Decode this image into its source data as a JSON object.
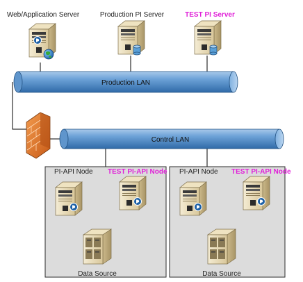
{
  "colors": {
    "test_label": "#e020d8",
    "lan_fill": "#4f89c7",
    "node_group_fill": "#d9d9d9",
    "firewall": "#e07a2f",
    "server_body": "#e6d8b4"
  },
  "servers": {
    "web": {
      "label": "Web/Application Server",
      "icon": "globe-icon"
    },
    "production_pi": {
      "label": "Production PI Server",
      "icon": "database-icon"
    },
    "test_pi": {
      "label": "TEST PI Server",
      "icon": "database-icon"
    }
  },
  "lans": {
    "production": {
      "label": "Production LAN"
    },
    "control": {
      "label": "Control LAN"
    }
  },
  "firewall": {
    "icon": "firewall-icon"
  },
  "node_groups": [
    {
      "pi_api_label": "PI-API Node",
      "test_pi_api_label": "TEST PI-API Node",
      "data_source_label": "Data Source"
    },
    {
      "pi_api_label": "PI-API Node",
      "test_pi_api_label": "TEST PI-API Node",
      "data_source_label": "Data Source"
    }
  ]
}
